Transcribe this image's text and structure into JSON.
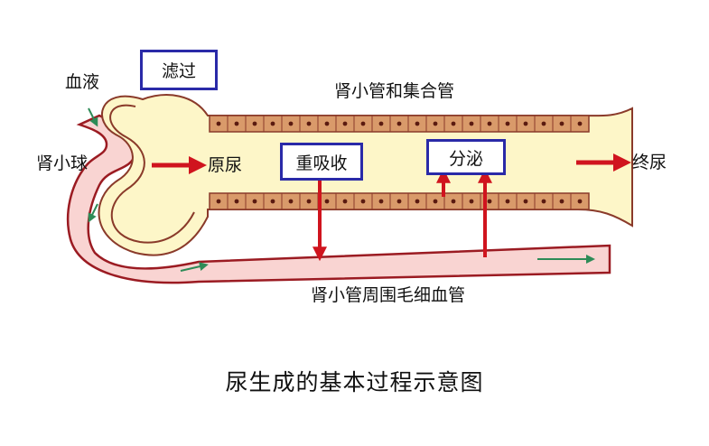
{
  "labels": {
    "blood": "血液",
    "glomerulus": "肾小球",
    "primary_urine": "原尿",
    "tubule_and_duct": "肾小管和集合管",
    "final_urine": "终尿",
    "capillary": "肾小管周围毛细血管"
  },
  "boxes": {
    "filtration": "滤过",
    "reabsorption": "重吸收",
    "secretion": "分泌"
  },
  "caption": "尿生成的基本过程示意图",
  "colors": {
    "tubule_fill": "#fdf6c8",
    "tubule_border": "#8a3a2a",
    "cell_fill": "#d99a6a",
    "nucleus": "#5a1a10",
    "vessel_fill": "#f9d4d2",
    "vessel_border": "#9b1b22",
    "arrow_red": "#d0141e",
    "arrow_green": "#2e8b57",
    "box_border": "#2a2aa8"
  }
}
